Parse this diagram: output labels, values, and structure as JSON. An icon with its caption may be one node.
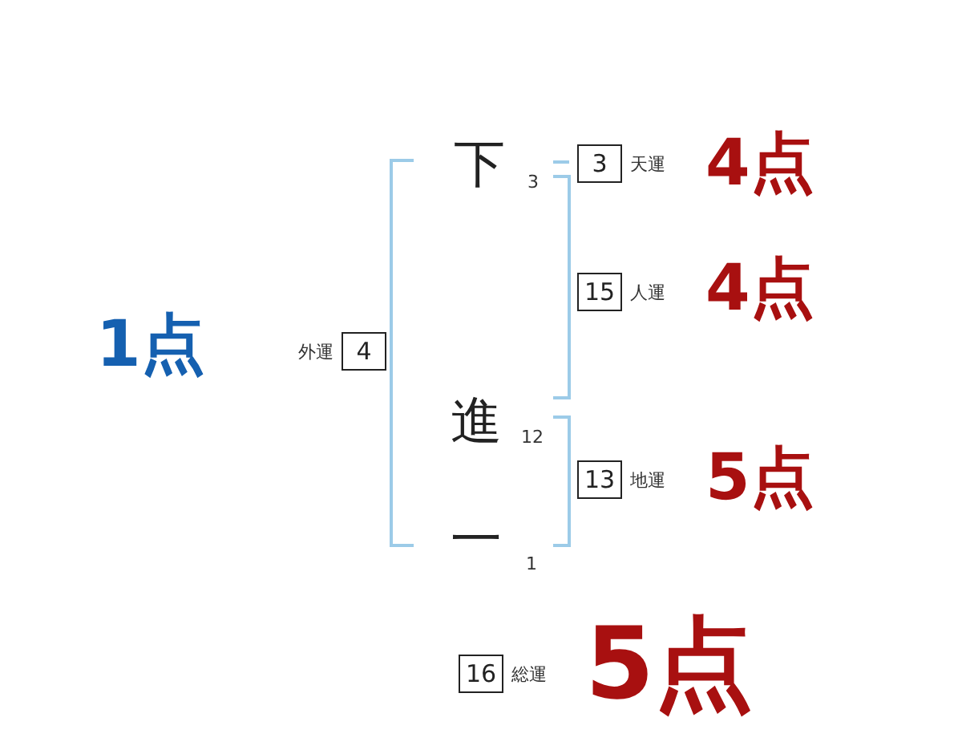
{
  "diagram": {
    "nodes": [
      {
        "text": [
          "3"
        ],
        "beside": [
          "天運"
        ]
      },
      {
        "text": [
          "15"
        ],
        "beside": [
          "人運"
        ]
      },
      {
        "text": [
          "4"
        ],
        "beside": [
          "外運"
        ]
      },
      {
        "text": [
          "13"
        ],
        "beside": [
          "地運"
        ]
      },
      {
        "text": [
          "16"
        ],
        "beside": [
          "総運"
        ]
      }
    ],
    "labels": [
      "下",
      "3",
      "4点",
      "4点",
      "1点",
      "進",
      "12",
      "5点",
      "一",
      "1",
      "5点"
    ]
  }
}
